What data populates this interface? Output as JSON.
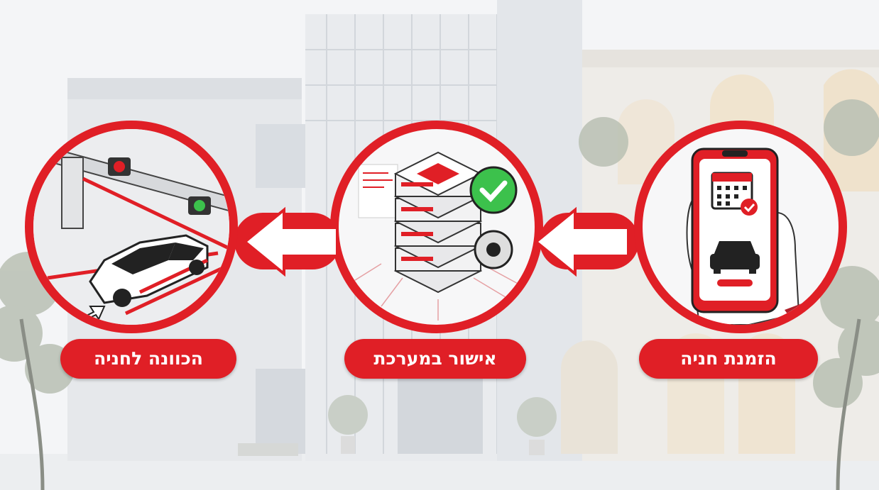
{
  "colors": {
    "accent": "#e01f26",
    "success": "#3cc14c",
    "background": "#f3f4f6"
  },
  "steps": [
    {
      "label": "הזמנת חניה",
      "icon": "smartphone-booking-icon"
    },
    {
      "label": "אישור במערכת",
      "icon": "server-approval-icon"
    },
    {
      "label": "הכוונה לחניה",
      "icon": "parking-guidance-icon"
    }
  ],
  "flow_direction": "right-to-left"
}
